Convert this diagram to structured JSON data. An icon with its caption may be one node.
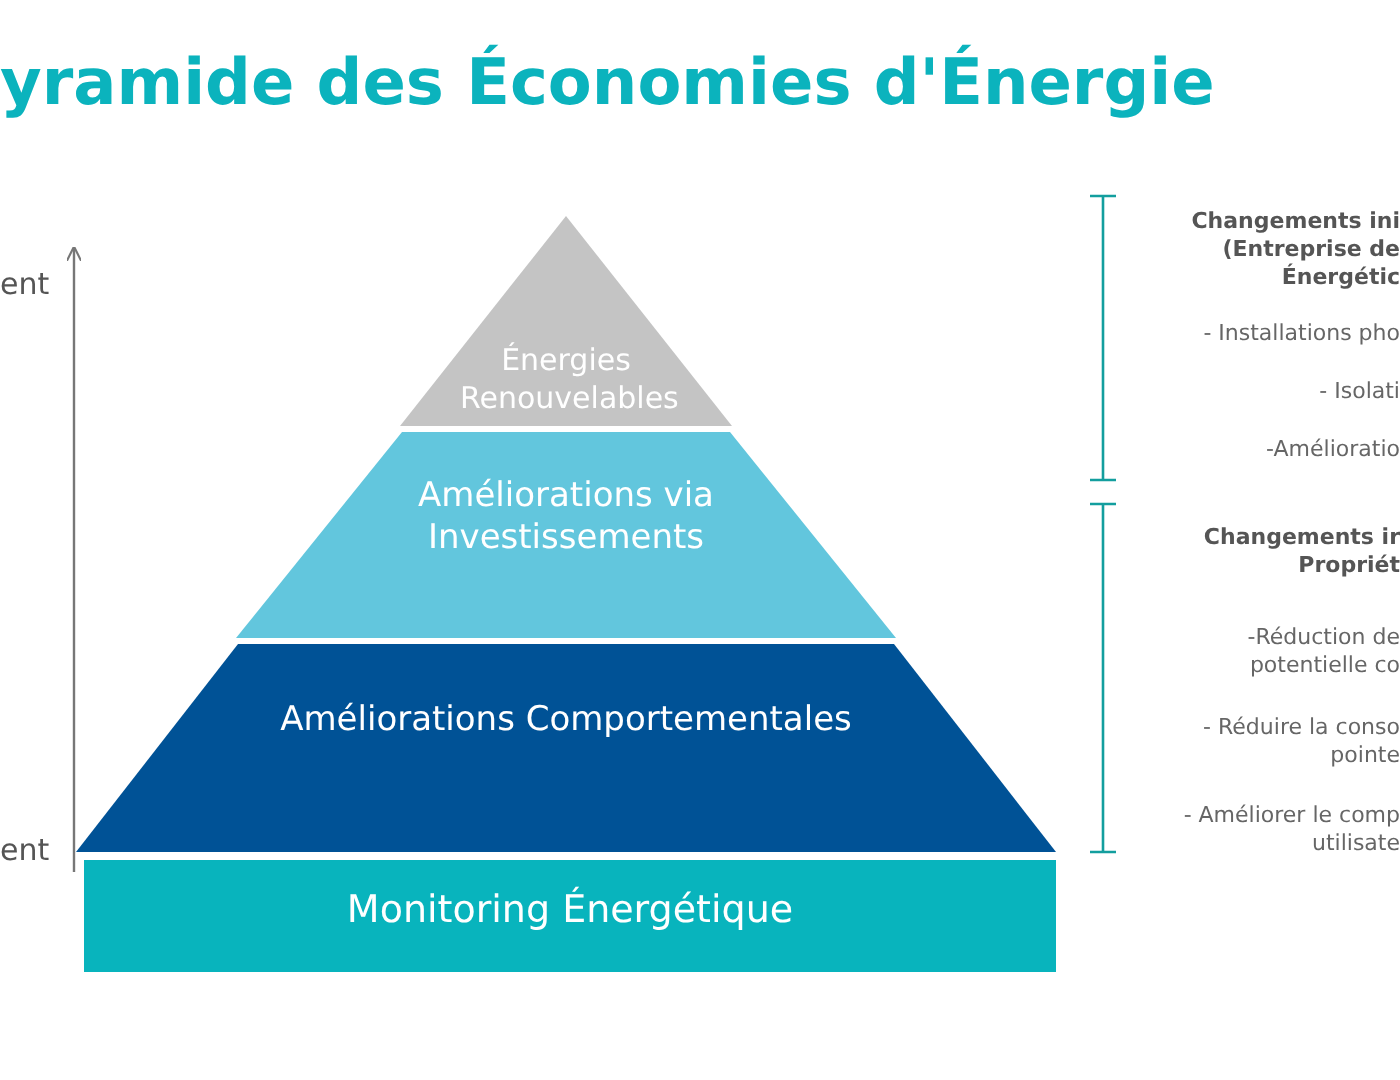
{
  "diagram": {
    "title": "yramide des Économies d'Énergie",
    "nodes": [
      {
        "text": [
          "Énergies Renouvelables"
        ]
      },
      {
        "text": [
          "Améliorations via Investissements"
        ]
      },
      {
        "text": [
          "Améliorations Comportementales"
        ]
      },
      {
        "text": [
          "Monitoring Énergétique"
        ]
      }
    ],
    "labels": [
      "ent",
      "ent",
      "Changements ini (Entreprise de Énergétic",
      "- Installations pho",
      "- Isolati",
      "-Amélioratio",
      "Changements ir Propriét",
      "-Réduction de potentielle co",
      "- Réduire la conso pointe",
      "- Améliorer le comp utilisate"
    ]
  }
}
